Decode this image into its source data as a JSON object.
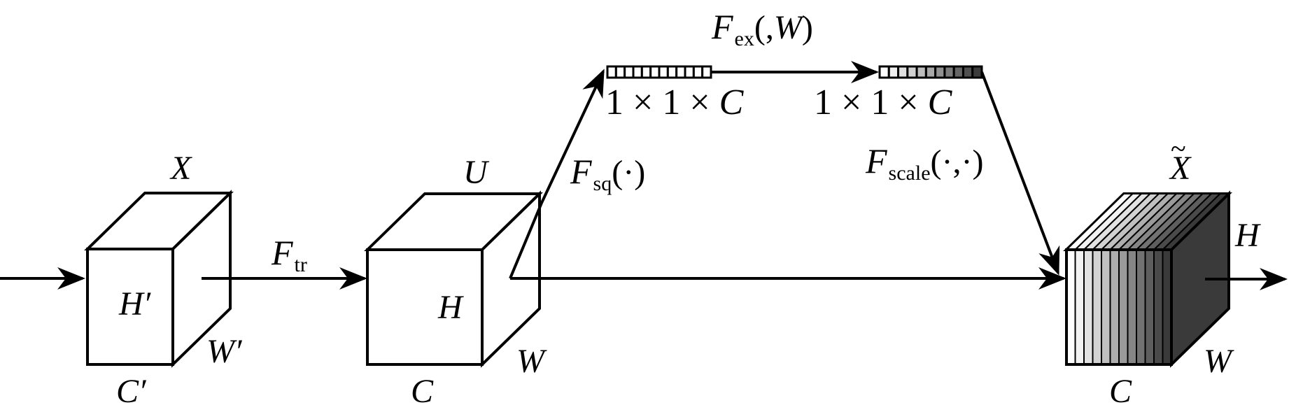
{
  "labels": {
    "x_top": "X",
    "x_h": "H′",
    "x_w": "W′",
    "x_c": "C′",
    "u_top": "U",
    "u_h": "H",
    "u_w": "W",
    "u_c": "C",
    "f_tr_base": "F",
    "f_tr_sub": "tr",
    "f_sq_base": "F",
    "f_sq_sub": "sq",
    "f_sq_args": "(·)",
    "f_ex_base": "F",
    "f_ex_sub": "ex",
    "f_ex_args_open": "(,",
    "f_ex_args_w": "W",
    "f_ex_args_close": ")",
    "f_scale_base": "F",
    "f_scale_sub": "scale",
    "f_scale_args": "(·,·)",
    "vec1_dims": "1 × 1 × ",
    "vec1_c": "C",
    "vec2_dims": "1 × 1 × ",
    "vec2_c": "C",
    "xt_top": "X",
    "xt_tilde": "~",
    "xt_h": "H",
    "xt_w": "W",
    "xt_c": "C"
  },
  "colors": {
    "stroke": "#000000",
    "background": "#ffffff",
    "vector1_cells": [
      "#ffffff",
      "#ffffff",
      "#ffffff",
      "#ffffff",
      "#ffffff",
      "#ffffff",
      "#ffffff",
      "#ffffff",
      "#ffffff",
      "#ffffff",
      "#ffffff",
      "#ffffff"
    ],
    "vector2_cells": [
      "#ffffff",
      "#f0f0f0",
      "#e0e0e0",
      "#d0d0d0",
      "#bdbdbd",
      "#a8a8a8",
      "#929292",
      "#7c7c7c",
      "#666666",
      "#505050",
      "#3c3c3c"
    ],
    "output_slices": [
      "#ffffff",
      "#f2f2f2",
      "#e2e2e2",
      "#d2d2d2",
      "#c0c0c0",
      "#aeaeae",
      "#9a9a9a",
      "#868686",
      "#727272",
      "#5e5e5e",
      "#4a4a4a",
      "#3a3a3a"
    ]
  }
}
